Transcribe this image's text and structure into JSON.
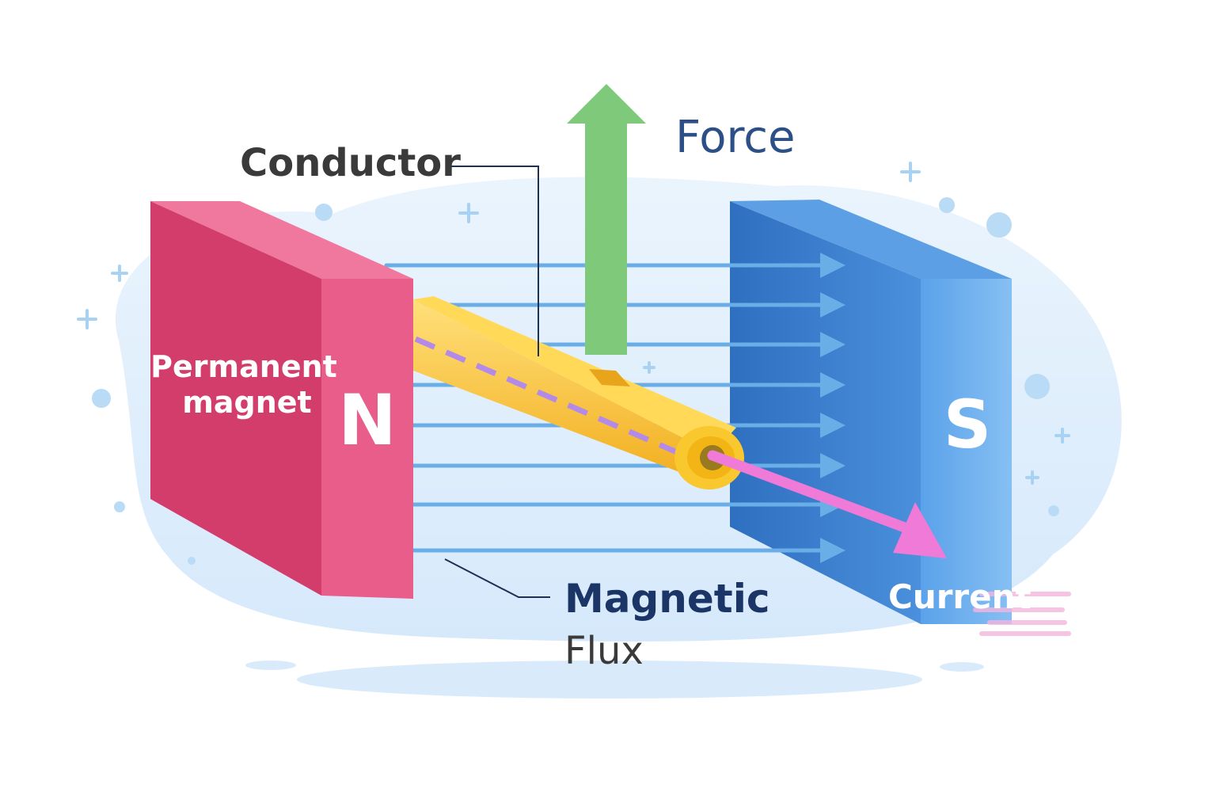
{
  "labels": {
    "force": "Force",
    "conductor": "Conductor",
    "permanent_magnet_line1": "Permanent",
    "permanent_magnet_line2": "magnet",
    "north_pole": "N",
    "south_pole": "S",
    "magnetic_flux_line1": "Magnetic",
    "magnetic_flux_line2": "Flux",
    "current": "Current"
  },
  "colors": {
    "north_magnet": "#d93d6e",
    "south_magnet": "#3b82d0",
    "conductor": "#f8c63a",
    "force_arrow": "#7fc97a",
    "current_arrow": "#f07ad8",
    "flux_lines": "#6aaee8",
    "force_text": "#2b4f86",
    "dark_text": "#3a3a3a",
    "flux_text": "#1a3566"
  },
  "flux_line_count": 8
}
